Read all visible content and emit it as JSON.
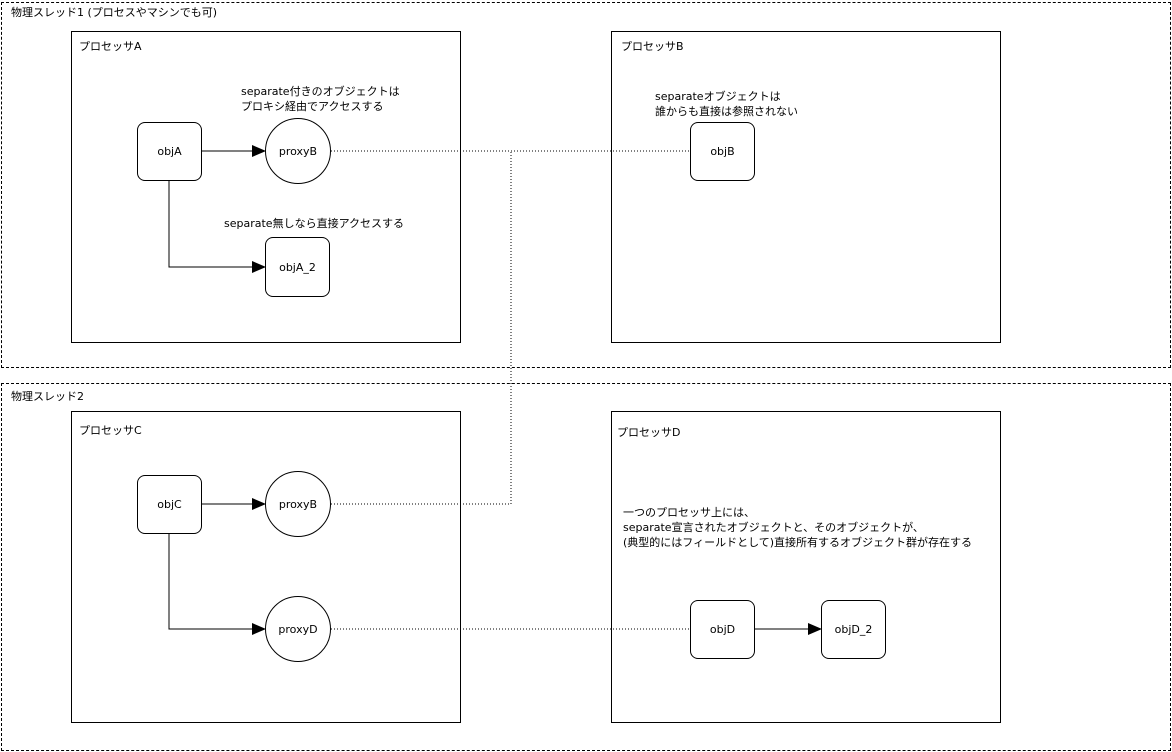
{
  "threads": [
    {
      "label": "物理スレッド1 (プロセスやマシンでも可)"
    },
    {
      "label": "物理スレッド2"
    }
  ],
  "processors": {
    "a": "プロセッサA",
    "b": "プロセッサB",
    "c": "プロセッサC",
    "d": "プロセッサD"
  },
  "nodes": {
    "objA": "objA",
    "proxyB1": "proxyB",
    "objA_2": "objA_2",
    "objB": "objB",
    "objC": "objC",
    "proxyB2": "proxyB",
    "proxyD": "proxyD",
    "objD": "objD",
    "objD_2": "objD_2"
  },
  "notes": {
    "separate_proxy": [
      "separate付きのオブジェクトは",
      "プロキシ経由でアクセスする"
    ],
    "no_separate": [
      "separate無しなら直接アクセスする"
    ],
    "separate_obj": [
      "separateオブジェクトは",
      "誰からも直接は参照されない"
    ],
    "processor_d": [
      "一つのプロセッサ上には、",
      "separate宣言されたオブジェクトと、そのオブジェクトが、",
      "(典型的にはフィールドとして)直接所有するオブジェクト群が存在する"
    ]
  }
}
